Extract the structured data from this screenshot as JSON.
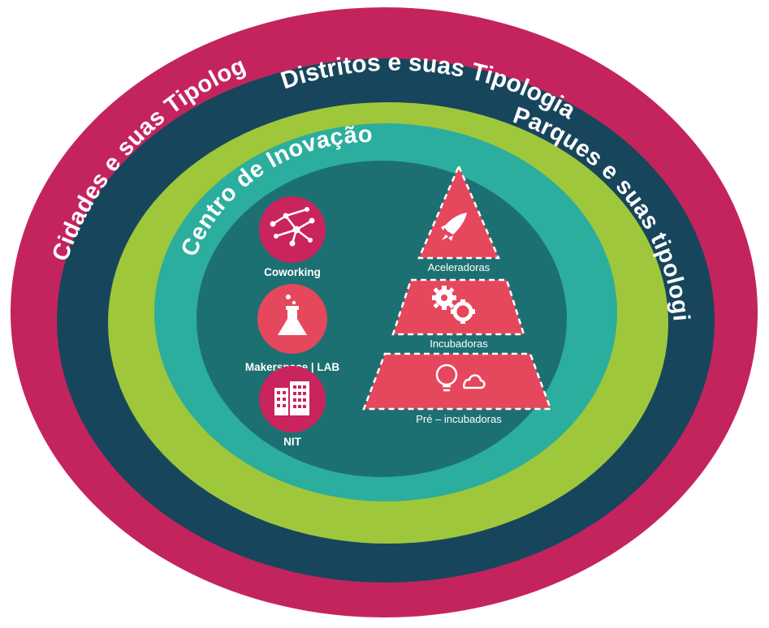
{
  "colors": {
    "outer": "#c4245e",
    "districts": "#17465c",
    "parks": "#9fc73b",
    "center_ring": "#2bae9d",
    "core": "#1d7072",
    "accent": "#e5475c",
    "icon_circle": "#c9245e",
    "white": "#ffffff"
  },
  "rings": {
    "cities": "Cidades e suas Tipologias",
    "districts": "Distritos e suas Tipologias",
    "parks": "Parques e suas tipologias",
    "center": "Centro de Inovação"
  },
  "center_items": [
    {
      "label": "Coworking",
      "icon": "network-icon"
    },
    {
      "label": "Makerspace | LAB",
      "icon": "flask-icon"
    },
    {
      "label": "NIT",
      "icon": "building-icon"
    }
  ],
  "pyramid": [
    {
      "label": "Aceleradoras",
      "icon": "rocket-icon"
    },
    {
      "label": "Incubadoras",
      "icon": "gears-icon"
    },
    {
      "label": "Pré – incubadoras",
      "icon": "lightbulb-cloud-icon"
    }
  ]
}
